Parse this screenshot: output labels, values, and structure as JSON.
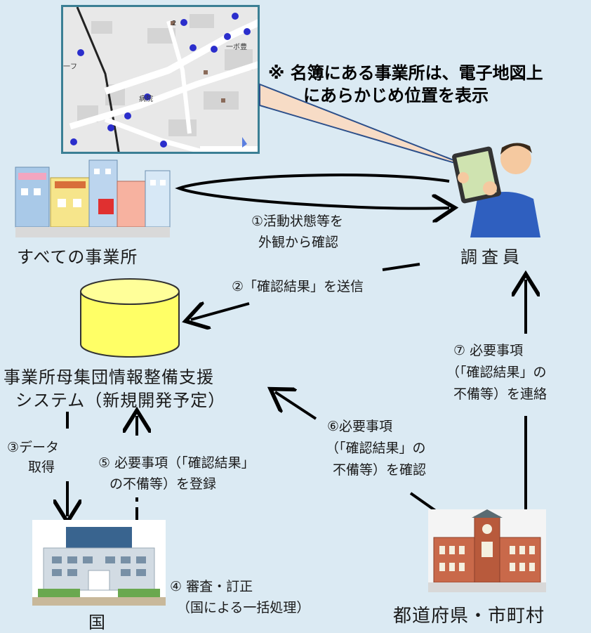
{
  "note": {
    "line1": "※ 名簿にある事業所は、電子地図上",
    "line2": "にあらかじめ位置を表示"
  },
  "map": {
    "labels": [
      "2",
      "一ボ豊",
      "一フ",
      "病院"
    ]
  },
  "nodes": {
    "all_businesses": "すべての事業所",
    "surveyor": "調査員",
    "system_line1": "事業所母集団情報整備支援",
    "system_line2": "システム（新規開発予定）",
    "country": "国",
    "prefectures": "都道府県・市町村"
  },
  "steps": {
    "s1_line1": "①活動状態等を",
    "s1_line2": "外観から確認",
    "s2": "②「確認結果」を送信",
    "s3_line1": "③データ",
    "s3_line2": "取得",
    "s4_line1": "④ 審査・訂正",
    "s4_line2": "（国による一括処理）",
    "s5_line1": "⑤ 必要事項（「確認結果」",
    "s5_line2": "の不備等）を登録",
    "s6_line1": "⑥必要事項",
    "s6_line2": "（「確認結果」の",
    "s6_line3": "不備等）を確認",
    "s7_line1": "⑦ 必要事項",
    "s7_line2": "（「確認結果」の",
    "s7_line3": "不備等）を連絡"
  },
  "colors": {
    "background": "#dbeaf3",
    "map_border": "#3b7f94",
    "cylinder": "#ffff66",
    "arrow": "#000000"
  }
}
